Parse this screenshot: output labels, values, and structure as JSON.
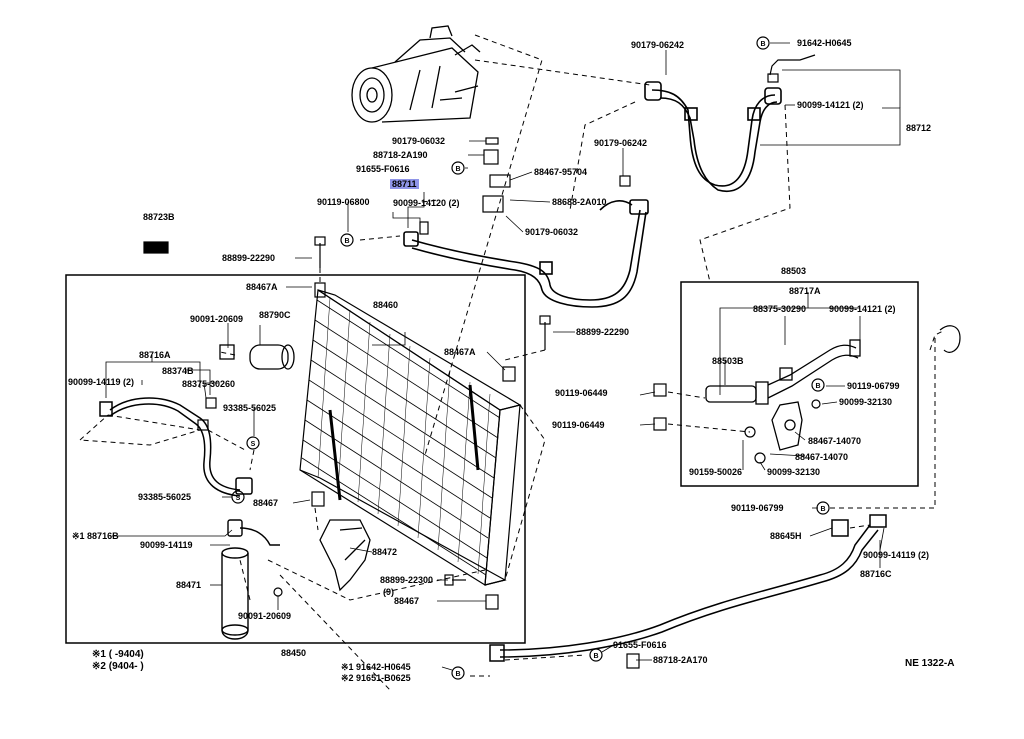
{
  "diagram_code": "NE 1322-A",
  "callouts": {
    "c01": "90179-06242",
    "c02": "91642-H0645",
    "c03": "90099-14121 (2)",
    "c04": "88712",
    "c05": "90179-06242",
    "c06": "90179-06032",
    "c07": "88718-2A190",
    "c08": "91655-F0616",
    "c09": "88711",
    "c10": "88467-95704",
    "c11": "90119-06800",
    "c12": "90099-14120 (2)",
    "c13": "88688-2A010",
    "c14": "90179-06032",
    "c15": "88723B",
    "c16": "88899-22290",
    "c17": "88503",
    "c18": "88717A",
    "c19": "88375-30290",
    "c20": "90099-14121 (2)",
    "c21": "88467A",
    "c22": "88460",
    "c23": "88899-22290",
    "c24": "90091-20609",
    "c25": "88790C",
    "c26": "88716A",
    "c27": "88374B",
    "c28": "90099-14119 (2)",
    "c29": "88375-30260",
    "c30": "88467A",
    "c31": "88503B",
    "c32": "90119-06799",
    "c33": "90119-06449",
    "c34": "90099-32130",
    "c35": "93385-56025",
    "c36": "90119-06449",
    "c37": "88467-14070",
    "c38": "88467-14070",
    "c39": "90159-50026",
    "c40": "90099-32130",
    "c41": "93385-56025",
    "c42": "88467",
    "c43": "90119-06799",
    "c44": "※1 88716B",
    "c45": "90099-14119",
    "c46": "88472",
    "c47": "88645H",
    "c48": "88471",
    "c49": "88899-22300",
    "c50": "(9)",
    "c51": "88467",
    "c52": "90099-14119 (2)",
    "c53": "88716C",
    "c54": "90091-20609",
    "c55": "88450",
    "c56": "91655-F0616",
    "c57": "88718-2A170",
    "c58": "※1 91642-H0645",
    "c59": "※2 91651-B0625"
  },
  "footnotes": [
    {
      "mark": "※1",
      "range": "(      -9404)"
    },
    {
      "mark": "※2",
      "range": "(9404-       )"
    }
  ]
}
